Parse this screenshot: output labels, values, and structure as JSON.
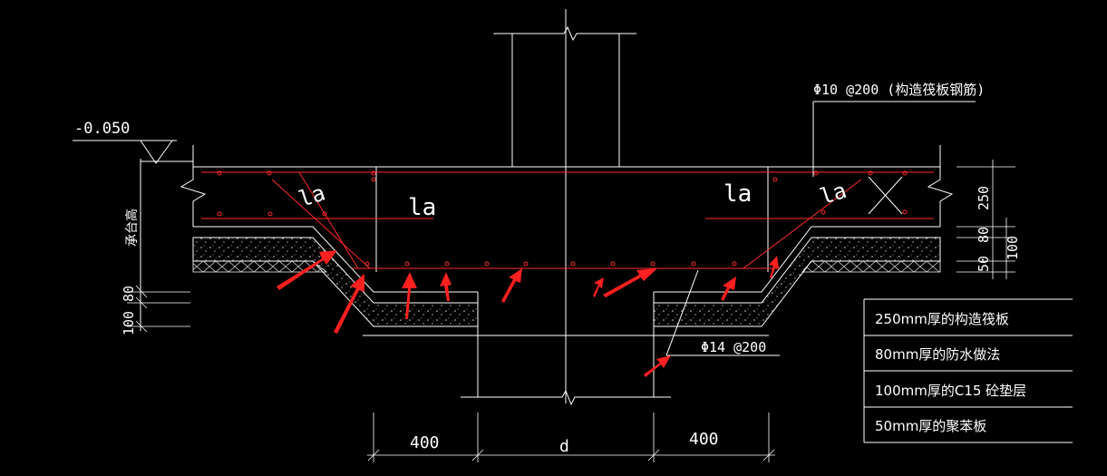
{
  "elevation": "-0.050",
  "rebar_top_label": "Φ10 @200 (构造筏板钢筋)",
  "rebar_bottom_label": "Φ14 @200",
  "anchorage_label": "la",
  "cap_height_label": "承台高",
  "dims": {
    "left": "400",
    "middle": "d",
    "right": "400",
    "right_250": "250",
    "right_80": "80",
    "right_50": "50",
    "right_100": "100",
    "left_80": "80",
    "left_100": "100"
  },
  "legend": [
    "250mm厚的构造筏板",
    "80mm厚的防水做法",
    "100mm厚的C15 砼垫层",
    "50mm厚的聚苯板"
  ],
  "colors": {
    "background": "#000000",
    "line": "#ffffff",
    "rebar": "#ff2a2a",
    "arrow": "#ff2020"
  }
}
